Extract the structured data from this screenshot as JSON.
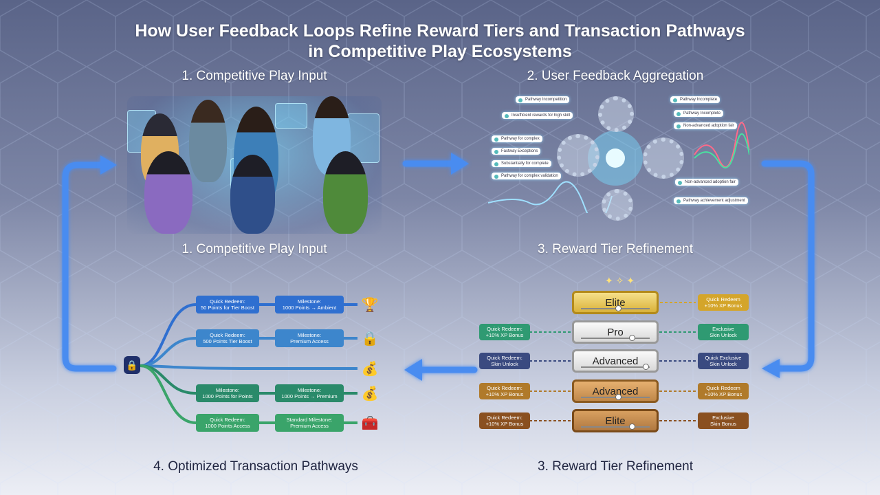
{
  "title": {
    "line1": "How User Feedback Loops Refine Reward Tiers and Transaction Pathways",
    "line2": "in Competitive Play Ecosystems"
  },
  "sections": {
    "top_left": "1. Competitive Play Input",
    "top_right": "2. User Feedback Aggregation",
    "mid_left": "1. Competitive Play Input",
    "mid_right": "3. Reward Tier Refinement",
    "bottom_left": "4. Optimized Transaction Pathways",
    "bottom_right": "3. Reward Tier Refinement"
  },
  "feedback_chips": {
    "left": [
      "Pathway Incompetition",
      "Insufficient rewards for high skill",
      "Pathway for complex",
      "Fastway Exceptions",
      "Substantially for complete",
      "Pathway for complex validation"
    ],
    "right": [
      "Pathway Incomplete",
      "Pathway Incomplete",
      "Non-advanced adoption fair",
      "Non-advanced adoption fair",
      "Pathway achievement adjustment"
    ]
  },
  "pathways": {
    "rows": [
      {
        "left": "Quick Redeem:\n50 Points for Tier Boost",
        "right": "Milestone:\n1000 Points → Ambient",
        "icon": "trophy-icon",
        "glyph": "🏆",
        "color": "#2f6fd0"
      },
      {
        "left": "Quick Redeem:\n500 Points Tier Boost",
        "right": "Milestone:\nPremium Access",
        "icon": "lock-icon",
        "glyph": "🔒",
        "color": "#3d86cc"
      },
      {
        "left": "",
        "right": "",
        "icon": "coin-icon",
        "glyph": "💰",
        "color": "#3d86cc"
      },
      {
        "left": "Milestone:\n1000 Points for Points",
        "right": "Milestone:\n1000 Points → Premium",
        "icon": "coins-icon",
        "glyph": "💰",
        "color": "#2a8a6a"
      },
      {
        "left": "Quick Redeem:\n1000 Points Access",
        "right": "Standard Milestone:\nPremium Access",
        "icon": "treasure-chest-icon",
        "glyph": "🧰",
        "color": "#3aa46a"
      }
    ]
  },
  "tiers": {
    "rows": [
      {
        "name": "Elite",
        "left": "",
        "right": "Quick Redeem\n+10% XP Bonus",
        "style": "gold",
        "color": "#d4a52a"
      },
      {
        "name": "Pro",
        "left": "Quick Redeem:\n+10% XP Bonus",
        "right": "Exclusive\nSkin Unlock",
        "style": "silver",
        "color": "#2f9a72"
      },
      {
        "name": "Advanced",
        "left": "Quick Redeem:\nSkin Unlock",
        "right": "Quick Exclusive\nSkin Unlock",
        "style": "silver",
        "color": "#3a4a80"
      },
      {
        "name": "Advanced",
        "left": "Quick Redeem:\n+10% XP Bonus",
        "right": "Quick Redeem\n+10% XP Bonus",
        "style": "bronze",
        "color": "#b07a2a"
      },
      {
        "name": "Elite",
        "left": "Quick Redeem:\n+10% XP Bonus",
        "right": "Exclusive\nSkin Bonus",
        "style": "bronze2",
        "color": "#8a5020"
      }
    ]
  },
  "colors": {
    "loop_arrow": "#4a8cf0",
    "tier_gold": "#e8c54a",
    "tier_silver": "#e4e4e4",
    "tier_bronze": "#c08a4a"
  }
}
